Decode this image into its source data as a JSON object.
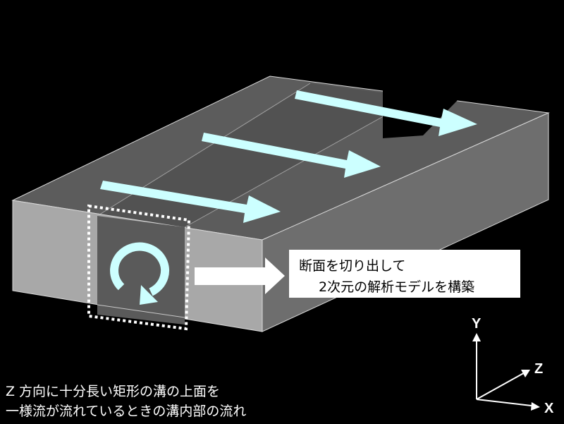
{
  "callout": {
    "line1": "断面を切り出して",
    "line2": "2次元の解析モデルを構築"
  },
  "caption": {
    "line1": "Z 方向に十分長い矩形の溝の上面を",
    "line2": "一様流が流れているときの溝内部の流れ"
  },
  "axes": {
    "y": "Y",
    "z": "Z",
    "x": "X"
  },
  "colors": {
    "background": "#000000",
    "block_top": "#5c5c5c",
    "block_front": "#a8a8a8",
    "block_side": "#6e6e6e",
    "flow_arrow": "#ccffff",
    "white_arrow": "#ffffff"
  },
  "icons": [
    "flow-arrow-icon",
    "vortex-arrow-icon",
    "right-arrow-icon",
    "axis-arrow-icon"
  ]
}
